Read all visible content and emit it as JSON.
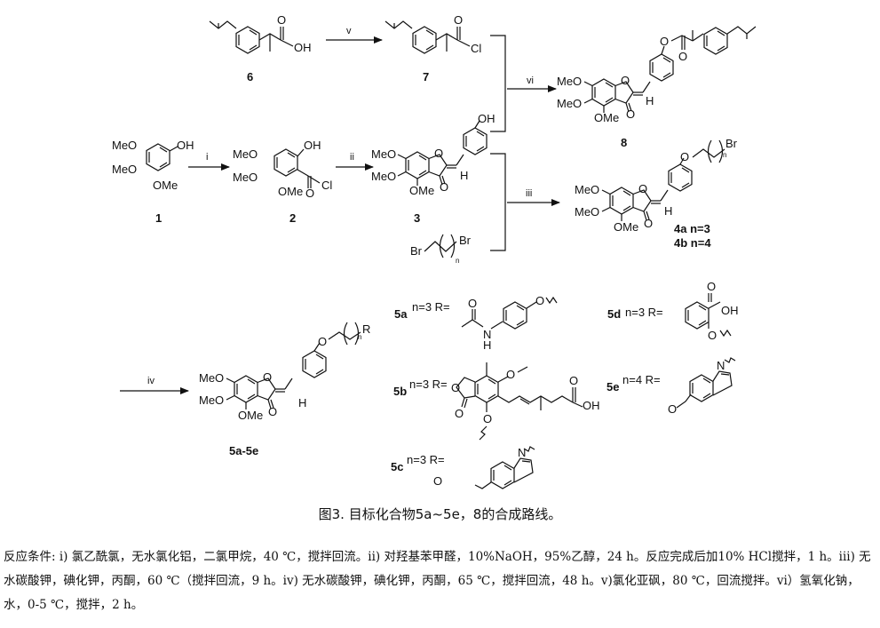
{
  "scheme": {
    "substituent_labels": {
      "OH": "OH",
      "Cl": "Cl",
      "O": "O",
      "MeO": "MeO",
      "OMe": "OMe",
      "H": "H",
      "Br": "Br",
      "N": "N",
      "R": "R",
      "n": "n"
    },
    "compounds": {
      "c1": "1",
      "c2": "2",
      "c3": "3",
      "c6": "6",
      "c7": "7",
      "c8": "8",
      "c4": "4a n=3",
      "c4b": "4b n=4",
      "c5": "5a-5e"
    },
    "reagents": {
      "i": "i",
      "ii": "ii",
      "iii": "iii",
      "iv": "iv",
      "v": "v",
      "vi": "vi"
    },
    "r_groups": {
      "a_label": "5a",
      "a_text": "n=3 R=",
      "b_label": "5b",
      "b_text": "n=3 R=",
      "c_label": "5c",
      "c_text": "n=3 R=",
      "d_label": "5d",
      "d_text": "n=3 R=",
      "e_label": "5e",
      "e_text": "n=4 R="
    }
  },
  "caption": "图3. 目标化合物5a~5e，8的合成路线。",
  "conditions": "反应条件: i) 氯乙酰氯，无水氯化铝，二氯甲烷，40 ℃，搅拌回流。ii) 对羟基苯甲醛，10%NaOH，95%乙醇，24 h。反应完成后加10% HCl搅拌，1 h。iii) 无水碳酸钾，碘化钾，丙酮，60 ℃（搅拌回流，9 h。iv) 无水碳酸钾，碘化钾，丙酮，65 ℃，搅拌回流，48 h。v)氯化亚砜，80 ℃，回流搅拌。vi）氢氧化钠，水，0-5 ℃，搅拌，2 h。"
}
